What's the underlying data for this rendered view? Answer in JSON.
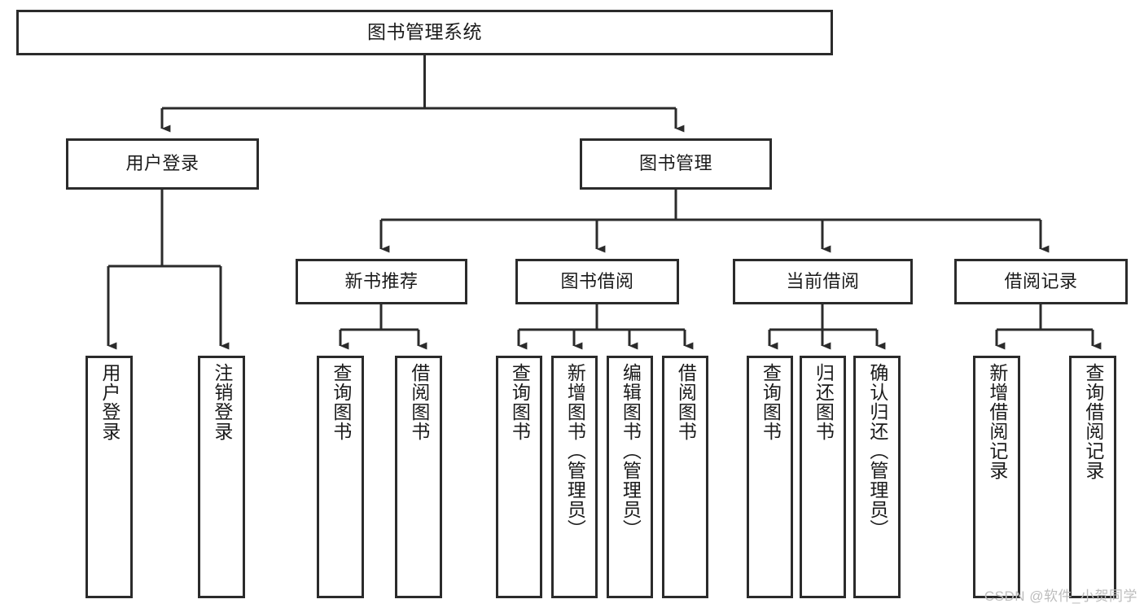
{
  "diagram": {
    "title": "图书管理系统",
    "watermark": "CSDN @软件_小贺同学",
    "colors": {
      "stroke": "#2b2b2b",
      "background": "#ffffff",
      "text": "#1b1b1b",
      "watermark": "#bdbdbd"
    },
    "nodes": {
      "root": {
        "label": "图书管理系统"
      },
      "level1": [
        {
          "id": "user-login",
          "label": "用户登录"
        },
        {
          "id": "book-management",
          "label": "图书管理"
        }
      ],
      "level2": [
        {
          "id": "new-book-recommend",
          "label": "新书推荐"
        },
        {
          "id": "book-borrow",
          "label": "图书借阅"
        },
        {
          "id": "current-borrow",
          "label": "当前借阅"
        },
        {
          "id": "borrow-record",
          "label": "借阅记录"
        }
      ],
      "leaves": {
        "user-login": [
          {
            "id": "leaf-user-login",
            "label": "用户登录"
          },
          {
            "id": "leaf-logout-login",
            "label": "注销登录"
          }
        ],
        "new-book-recommend": [
          {
            "id": "leaf-query-book-1",
            "label": "查询图书"
          },
          {
            "id": "leaf-borrow-book-1",
            "label": "借阅图书"
          }
        ],
        "book-borrow": [
          {
            "id": "leaf-query-book-2",
            "label": "查询图书"
          },
          {
            "id": "leaf-add-book-admin",
            "label": "新增图书（管理员）"
          },
          {
            "id": "leaf-edit-book-admin",
            "label": "编辑图书（管理员）"
          },
          {
            "id": "leaf-borrow-book-2",
            "label": "借阅图书"
          }
        ],
        "current-borrow": [
          {
            "id": "leaf-query-book-3",
            "label": "查询图书"
          },
          {
            "id": "leaf-return-book",
            "label": "归还图书"
          },
          {
            "id": "leaf-confirm-return-admin",
            "label": "确认归还（管理员）"
          }
        ],
        "borrow-record": [
          {
            "id": "leaf-add-borrow-record",
            "label": "新增借阅记录"
          },
          {
            "id": "leaf-query-borrow-record",
            "label": "查询借阅记录"
          }
        ]
      }
    }
  }
}
